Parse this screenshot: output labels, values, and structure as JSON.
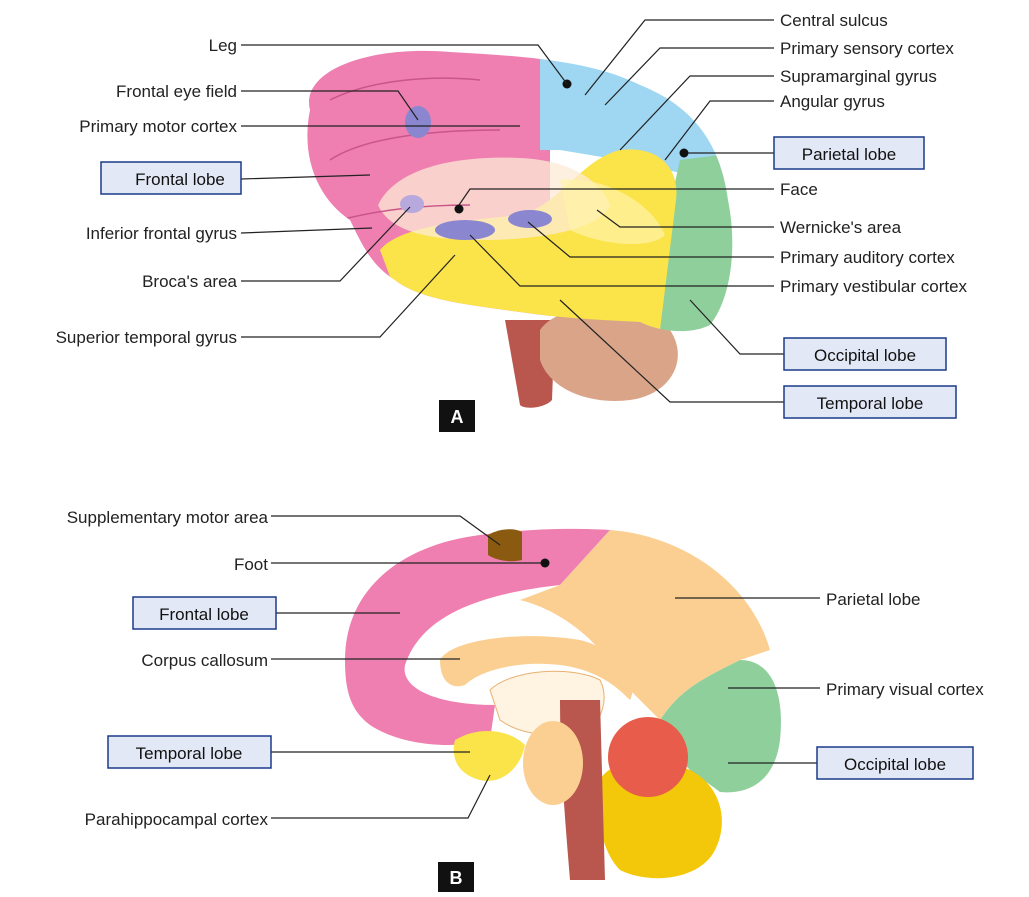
{
  "panel_a": {
    "letter": "A",
    "labels": {
      "leg": "Leg",
      "frontal_eye_field": "Frontal eye field",
      "primary_motor_cortex": "Primary motor cortex",
      "frontal_lobe": "Frontal lobe",
      "inferior_frontal_gyrus": "Inferior frontal gyrus",
      "brocas_area": "Broca's area",
      "superior_temporal_gyrus": "Superior temporal gyrus",
      "central_sulcus": "Central sulcus",
      "primary_sensory_cortex": "Primary sensory cortex",
      "supramarginal_gyrus": "Supramarginal gyrus",
      "angular_gyrus": "Angular gyrus",
      "parietal_lobe": "Parietal lobe",
      "face": "Face",
      "wernickes_area": "Wernicke's area",
      "primary_auditory_cortex": "Primary auditory cortex",
      "primary_vestibular_cortex": "Primary vestibular cortex",
      "occipital_lobe": "Occipital lobe",
      "temporal_lobe": "Temporal lobe"
    }
  },
  "panel_b": {
    "letter": "B",
    "labels": {
      "supplementary_motor_area": "Supplementary motor area",
      "foot": "Foot",
      "frontal_lobe": "Frontal lobe",
      "corpus_callosum": "Corpus callosum",
      "temporal_lobe": "Temporal lobe",
      "parahippocampal_cortex": "Parahippocampal cortex",
      "parietal_lobe": "Parietal lobe",
      "primary_visual_cortex": "Primary visual cortex",
      "occipital_lobe": "Occipital lobe"
    }
  },
  "colors": {
    "frontal": "#ee7fb0",
    "parietal_sensory": "#9fd6f2",
    "parietal_medial": "#fbcf92",
    "temporal": "#fbe34a",
    "occipital": "#8fcf9c",
    "cerebellum_a": "#d9a488",
    "cerebellum_b": "#f3c80a",
    "brainstem": "#b9574f",
    "marked_area": "#8a86cf",
    "sma": "#8a5a10",
    "boxed_label_fill": "#e3e8f7",
    "boxed_label_border": "#1a3a8a"
  }
}
